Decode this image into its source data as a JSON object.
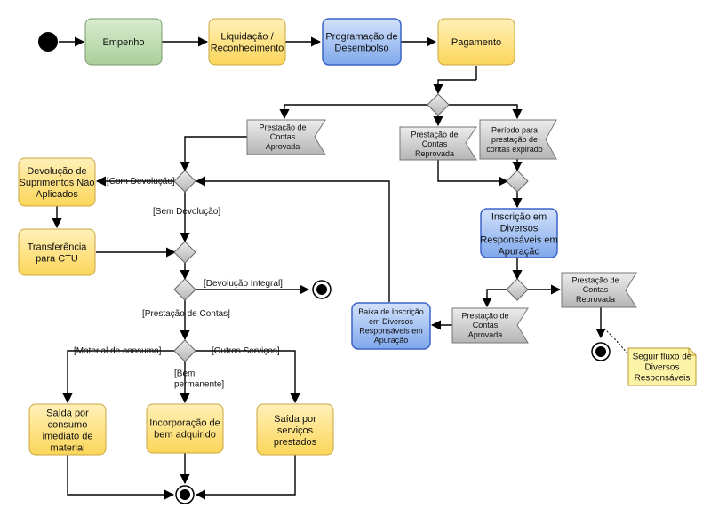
{
  "activities": {
    "empenho": [
      "Empenho"
    ],
    "liquidacao": [
      "Liquidação /",
      "Reconhecimento"
    ],
    "programacao": [
      "Programação de",
      "Desembolso"
    ],
    "pagamento": [
      "Pagamento"
    ],
    "devolucao_suprimentos": [
      "Devolução de",
      "Suprimentos Não",
      "Aplicados"
    ],
    "transferencia_ctu": [
      "Transferência",
      "para CTU"
    ],
    "inscricao_diversos": [
      "Inscrição em",
      "Diversos",
      "Responsáveis em",
      "Apuração"
    ],
    "baixa_inscricao": [
      "Baixa de Inscrição",
      "em Diversos",
      "Responsáveis em",
      "Apuração"
    ],
    "saida_consumo": [
      "Saída por",
      "consumo",
      "imediato de",
      "material"
    ],
    "incorporacao_bem": [
      "Incorporação de",
      "bem adquirido"
    ],
    "saida_servicos": [
      "Saída por",
      "serviços",
      "prestados"
    ]
  },
  "signals": {
    "prestacao_aprovada_top": [
      "Prestação de",
      "Contas",
      "Aprovada"
    ],
    "prestacao_reprovada_top": [
      "Prestação de",
      "Contas",
      "Reprovada"
    ],
    "periodo_expirado": [
      "Período para",
      "prestação de",
      "contas expirado"
    ],
    "prestacao_aprovada_right": [
      "Prestação de",
      "Contas",
      "Aprovada"
    ],
    "prestacao_reprovada_right": [
      "Prestação de",
      "Contas",
      "Reprovada"
    ]
  },
  "note": [
    "Seguir fluxo de",
    "Diversos",
    "Responsáveis"
  ],
  "guards": {
    "com_devolucao": "[Com Devolução]",
    "sem_devolucao": "[Sem Devolução]",
    "devolucao_integral": "[Devolução Integral]",
    "prestacao_contas": "[Prestação de Contas]",
    "material_consumo": "[Material de consumo]",
    "bem_permanente": [
      "[Bem",
      "permanente]"
    ],
    "outros_servicos": "[Outros Serviços]"
  },
  "colors": {
    "green_fill": "#c2dfb5",
    "yellow_fill": "#fde58e",
    "blue_fill": "#a9c6f5",
    "gray_fill": "#d2d2d2",
    "note_fill": "#fdf3a6"
  }
}
